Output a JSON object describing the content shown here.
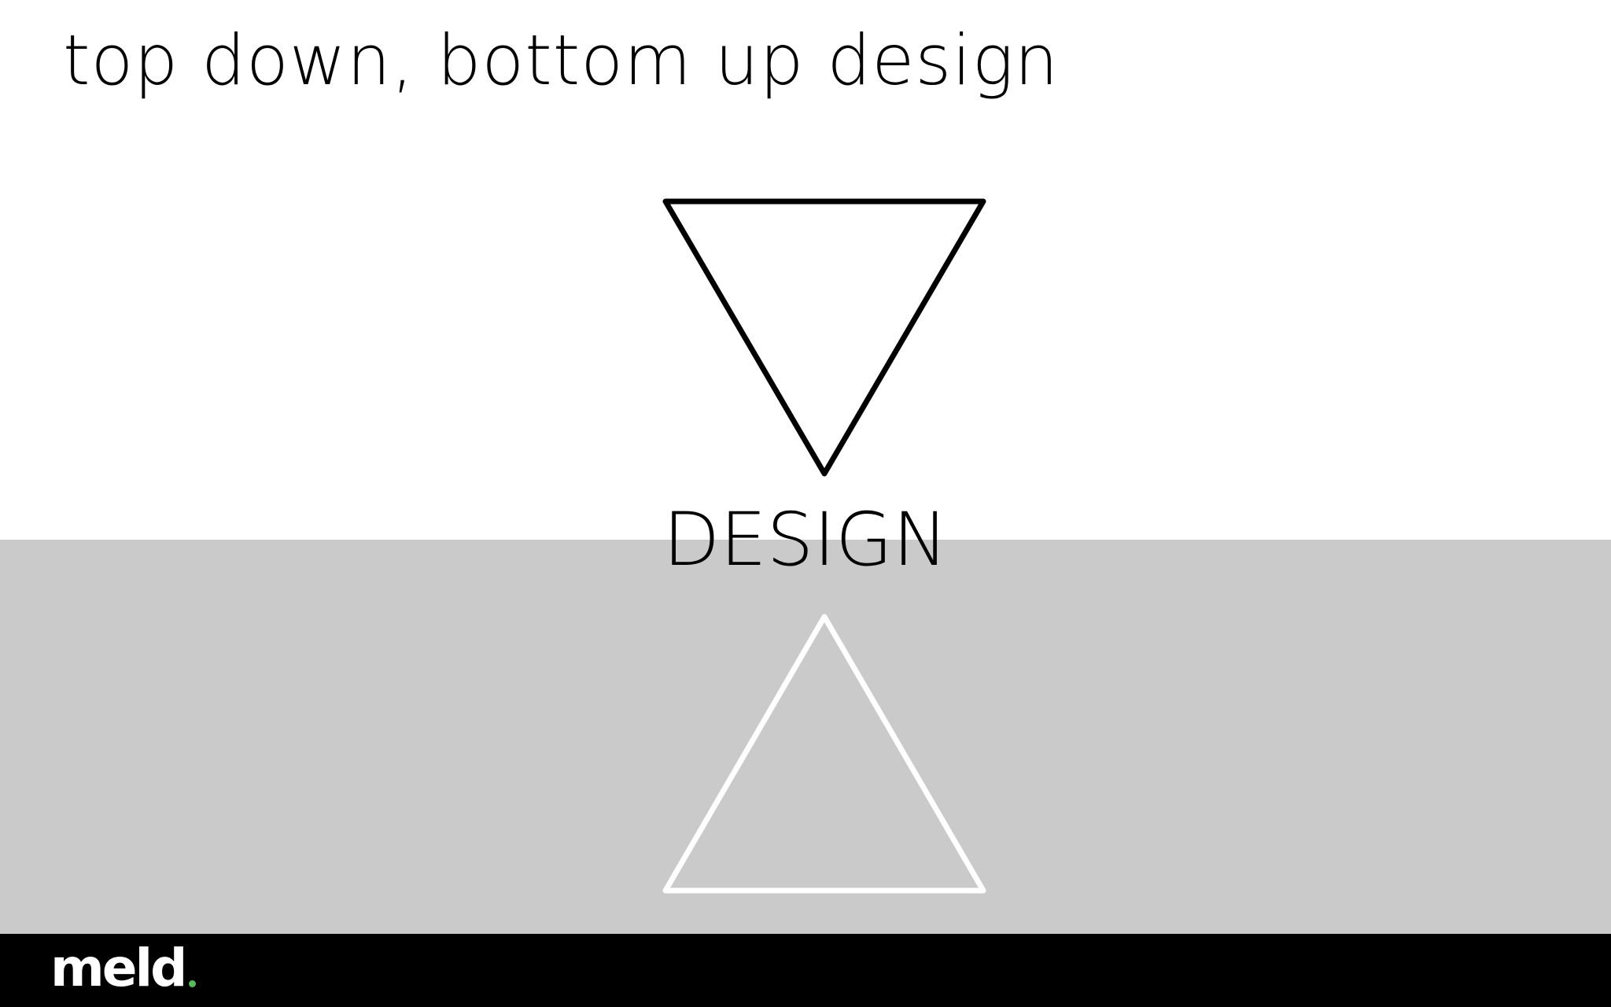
{
  "slide": {
    "title": "top down, bottom up design",
    "center_word": "DESIGN"
  },
  "shapes": {
    "top_triangle": {
      "direction": "down",
      "stroke_color": "#000000"
    },
    "bottom_triangle": {
      "direction": "up",
      "stroke_color": "#ffffff"
    }
  },
  "footer": {
    "logo_text": "meld",
    "logo_dot_color": "#5cb85c"
  },
  "colors": {
    "background_top": "#ffffff",
    "background_bottom": "#cacaca",
    "footer_bar": "#000000"
  }
}
